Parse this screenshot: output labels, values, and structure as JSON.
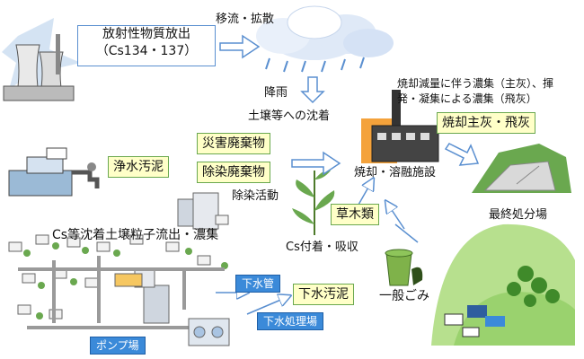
{
  "labels": {
    "emission_line1": "放射性物質放出",
    "emission_line2": "（Cs134・137）",
    "transport": "移流・拡散",
    "rain": "降雨",
    "deposition": "土壌等への沈着",
    "incineration_note_line1": "焼却減量に伴う濃集（主灰）、揮",
    "incineration_note_line2": "発・凝集による濃集（飛灰）",
    "incineration_ash": "焼却主灰・飛灰",
    "incineration_facility": "焼却・溶融施設",
    "disaster_waste": "災害廃棄物",
    "decontamination_waste": "除染廃棄物",
    "decontamination_activity": "除染活動",
    "water_sludge": "浄水汚泥",
    "vegetation": "草木類",
    "cs_absorption": "Cs付着・吸収",
    "final_disposal": "最終処分場",
    "runoff": "Cs等沈着土壌粒子流出・濃集",
    "sewer_pipe": "下水管",
    "sewage_sludge": "下水汚泥",
    "sewage_plant": "下水処理場",
    "pump_station": "ポンプ場",
    "general_waste": "一般ごみ"
  },
  "colors": {
    "box_fill": "#ffffc8",
    "box_border": "#6aa84f",
    "blue_label": "#3b8ad9",
    "arrow": "#5a8fd0",
    "hill": "#9ad26e"
  }
}
